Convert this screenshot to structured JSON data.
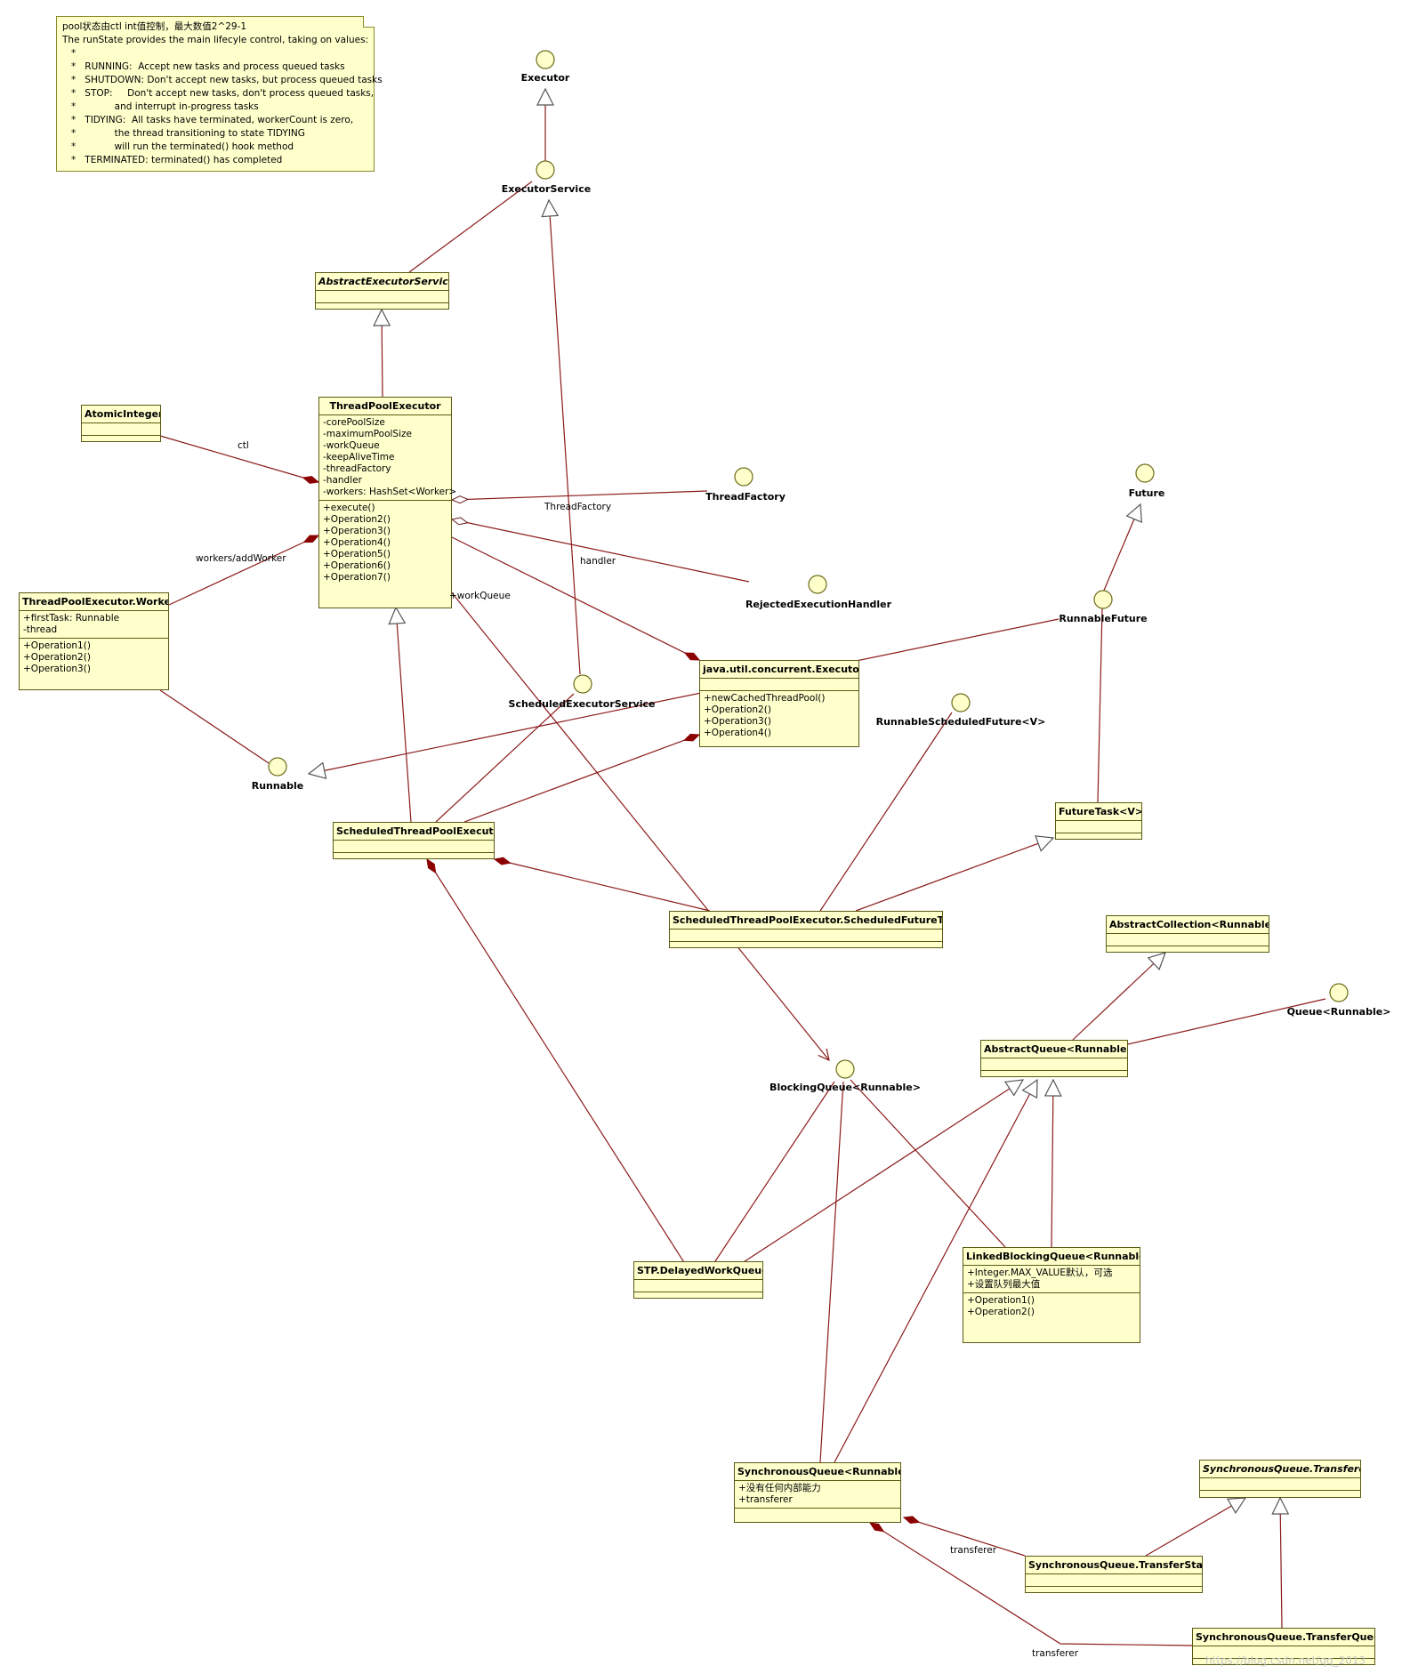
{
  "note": {
    "lines": [
      "pool状态由ctl int值控制，最大数值2^29-1",
      "The runState provides the main lifecyle control, taking on values:",
      "   *",
      "   *   RUNNING:  Accept new tasks and process queued tasks",
      "   *   SHUTDOWN: Don't accept new tasks, but process queued tasks",
      "   *   STOP:     Don't accept new tasks, don't process queued tasks,",
      "   *             and interrupt in-progress tasks",
      "   *   TIDYING:  All tasks have terminated, workerCount is zero,",
      "   *             the thread transitioning to state TIDYING",
      "   *             will run the terminated() hook method",
      "   *   TERMINATED: terminated() has completed"
    ]
  },
  "interfaces": {
    "executor": "Executor",
    "executor_service": "ExecutorService",
    "thread_factory": "ThreadFactory",
    "future": "Future",
    "runnable_future": "RunnableFuture",
    "rejected_execution_handler": "RejectedExecutionHandler",
    "scheduled_executor_service": "ScheduledExecutorService",
    "runnable_scheduled_future": "RunnableScheduledFuture<V>",
    "runnable": "Runnable",
    "queue": "Queue<Runnable>",
    "blocking_queue": "BlockingQueue<Runnable>"
  },
  "classes": {
    "abstract_executor_service": {
      "name": "AbstractExecutorService"
    },
    "atomic_integer": {
      "name": "AtomicInteger"
    },
    "thread_pool_executor": {
      "name": "ThreadPoolExecutor",
      "attributes": [
        "-corePoolSize",
        "-maximumPoolSize",
        "-workQueue",
        "-keepAliveTime",
        "-threadFactory",
        "-handler",
        "-workers: HashSet<Worker>"
      ],
      "operations": [
        "+execute()",
        "+Operation2()",
        "+Operation3()",
        "+Operation4()",
        "+Operation5()",
        "+Operation6()",
        "+Operation7()"
      ]
    },
    "worker": {
      "name": "ThreadPoolExecutor.Worker",
      "attributes": [
        "+firstTask: Runnable",
        "-thread"
      ],
      "operations": [
        "+Operation1()",
        "+Operation2()",
        "+Operation3()"
      ]
    },
    "executors": {
      "name": "java.util.concurrent.Executors",
      "operations": [
        "+newCachedThreadPool()",
        "+Operation2()",
        "+Operation3()",
        "+Operation4()"
      ]
    },
    "scheduled_thread_pool_executor": {
      "name": "ScheduledThreadPoolExecutor"
    },
    "future_task": {
      "name": "FutureTask<V>"
    },
    "scheduled_future_task": {
      "name": "ScheduledThreadPoolExecutor.ScheduledFutureTask"
    },
    "abstract_collection": {
      "name": "AbstractCollection<Runnable>"
    },
    "abstract_queue": {
      "name": "AbstractQueue<Runnable>"
    },
    "delayed_work_queue": {
      "name": "STP.DelayedWorkQueue"
    },
    "linked_blocking_queue": {
      "name": "LinkedBlockingQueue<Runnable>",
      "attributes": [
        "+Integer.MAX_VALUE默认，可选",
        "+设置队列最大值"
      ],
      "operations": [
        "+Operation1()",
        "+Operation2()"
      ]
    },
    "synchronous_queue": {
      "name": "SynchronousQueue<Runnable>",
      "attributes": [
        "+没有任何内部能力",
        "+transferer"
      ]
    },
    "transferer": {
      "name": "SynchronousQueue.Transferer"
    },
    "transfer_stack": {
      "name": "SynchronousQueue.TransferStack"
    },
    "transfer_queue": {
      "name": "SynchronousQueue.TransferQueue"
    }
  },
  "edge_labels": {
    "ctl": "ctl",
    "workers_add_worker": "workers/addWorker",
    "thread_factory": "ThreadFactory",
    "handler": "handler",
    "work_queue": "+workQueue",
    "transferer_stack": "transferer",
    "transferer_queue": "transferer"
  },
  "watermark": "https://blog.csdn.net/qq_2013"
}
